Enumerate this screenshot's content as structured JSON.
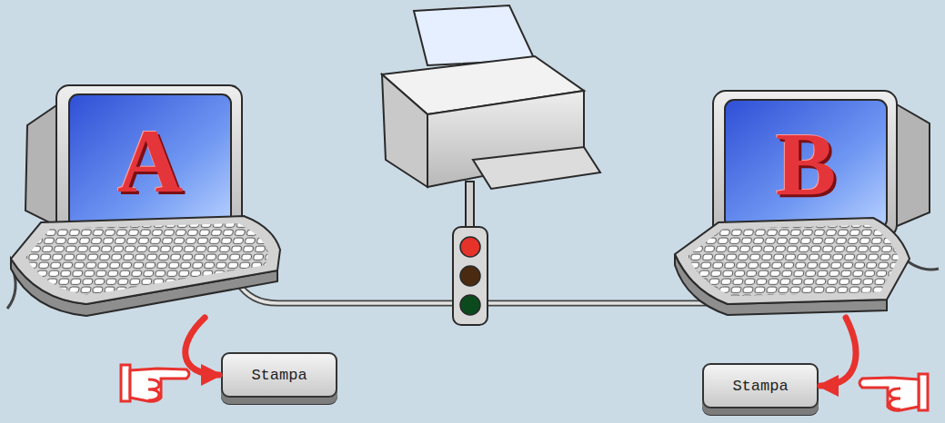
{
  "diagram": {
    "nodes": [
      {
        "text": [
          "A"
        ]
      },
      {
        "text": [
          "B"
        ]
      },
      {
        "text": [
          "Stampa"
        ]
      },
      {
        "text": [
          "Stampa"
        ]
      }
    ],
    "edges": [
      {
        "from": 0,
        "to": 2,
        "arrow": "to"
      },
      {
        "from": 1,
        "to": 3,
        "arrow": "to"
      }
    ]
  }
}
